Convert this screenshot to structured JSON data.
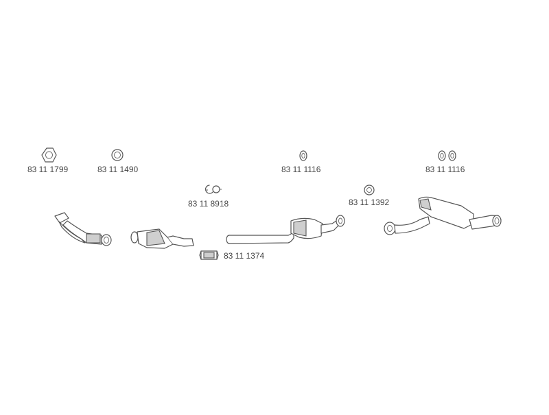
{
  "part_numbers": {
    "gasket_triangle": "83 11 1799",
    "ring_seal": "83 11 1490",
    "ring_small_center": "83 11 1116",
    "rings_pair_rear": "83 11 1116",
    "clamp_pair": "83 11 8918",
    "ring_small_mid": "83 11 1392",
    "pipe_clamp": "83 11 1374"
  },
  "colors": {
    "line": "#555555",
    "shade": "#cfcfcf",
    "text": "#444444"
  }
}
